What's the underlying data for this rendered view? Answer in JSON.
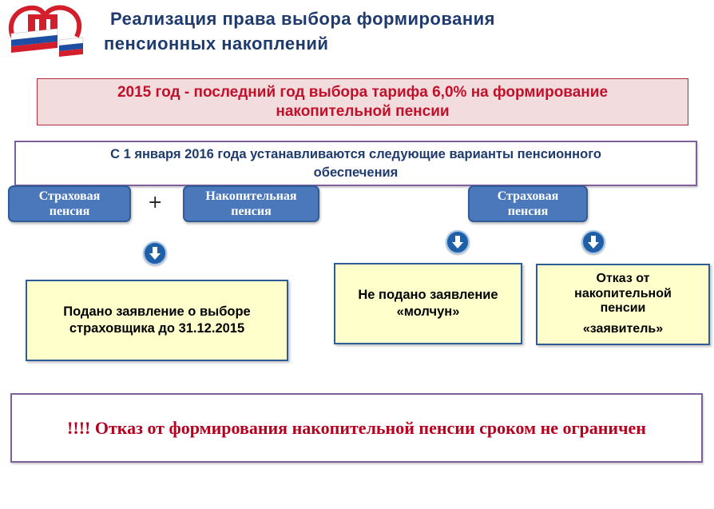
{
  "header": {
    "title_line1": "Реализация права выбора формирования",
    "title_line2": "пенсионных накоплений"
  },
  "deadline_notice": {
    "line1": "2015 год - последний год выбора тарифа 6,0%  на формирование",
    "line2": "накопительной пенсии"
  },
  "variants_notice": {
    "line1": "С 1 января 2016 года  устанавливаются  следующие варианты пенсионного",
    "line2": "обеспечения"
  },
  "options": {
    "insurance_left": {
      "line1": "Страховая",
      "line2": "пенсия"
    },
    "plus": "+",
    "funded": {
      "line1": "Накопительная",
      "line2": "пенсия"
    },
    "insurance_right": {
      "line1": "Страховая",
      "line2": "пенсия"
    }
  },
  "outcomes": {
    "application": {
      "line1": "Подано заявление о выборе",
      "line2": "страховщика до 31.12.2015"
    },
    "silent": {
      "line1": "Не подано заявление",
      "line2": "«молчун»"
    },
    "refusal": {
      "line1": "Отказ от",
      "line2": "накопительной",
      "line3": "пенсии",
      "line4": "«заявитель»"
    }
  },
  "bottom_notice": "!!!! Отказ от формирования накопительной пенсии сроком не ограничен",
  "colors": {
    "title": "#1f3b6e",
    "deadline_text": "#c0102a",
    "pill_fill": "#4a78bb",
    "outcome_fill": "#ffffcc",
    "bottom_text": "#b5001e"
  },
  "icons": [
    "pfr-logo",
    "arrow-down-icon"
  ]
}
